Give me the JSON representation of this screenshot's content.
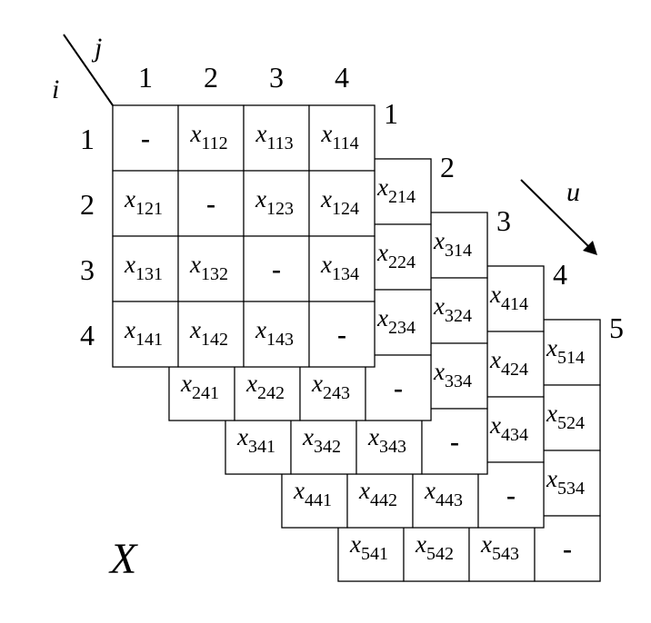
{
  "matrix_symbol": "X",
  "row_index_symbol": "i",
  "col_index_symbol": "j",
  "layer_index_symbol": "u",
  "col_labels": [
    "1",
    "2",
    "3",
    "4"
  ],
  "row_labels": [
    "1",
    "2",
    "3",
    "4"
  ],
  "layer_labels": [
    "1",
    "2",
    "3",
    "4",
    "5"
  ],
  "diagonal_symbol": "-",
  "variable_letter": "x",
  "layers": [
    {
      "front_rows": [
        [
          "-",
          "112",
          "113",
          "114"
        ],
        [
          "121",
          "-",
          "123",
          "124"
        ],
        [
          "131",
          "132",
          "-",
          "134"
        ],
        [
          "141",
          "142",
          "143",
          "-"
        ]
      ],
      "right_column": [],
      "bottom_row": []
    },
    {
      "right_column": [
        "214",
        "224",
        "234"
      ],
      "bottom_row": [
        "241",
        "242",
        "243",
        "-"
      ]
    },
    {
      "right_column": [
        "314",
        "324",
        "334"
      ],
      "bottom_row": [
        "341",
        "342",
        "343",
        "-"
      ]
    },
    {
      "right_column": [
        "414",
        "424",
        "434"
      ],
      "bottom_row": [
        "441",
        "442",
        "443",
        "-"
      ]
    },
    {
      "right_column": [
        "514",
        "524",
        "534"
      ],
      "bottom_row": [
        "541",
        "542",
        "543",
        "-"
      ]
    }
  ]
}
